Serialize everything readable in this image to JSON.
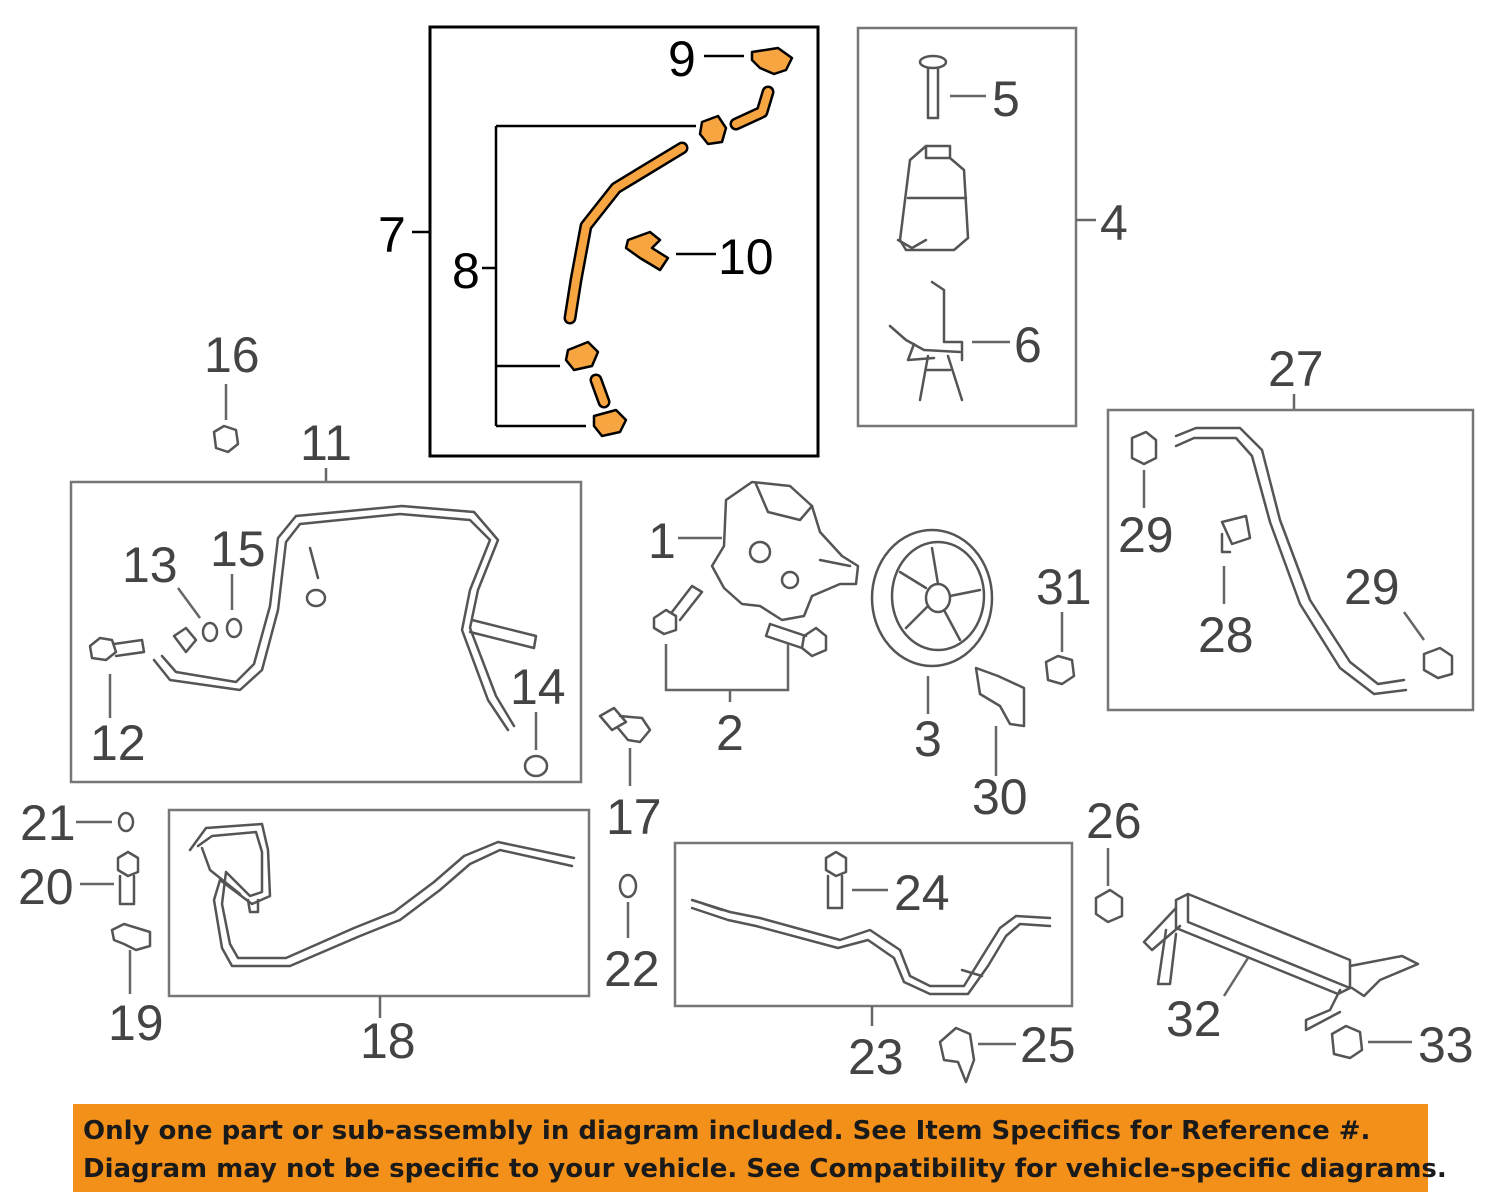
{
  "callouts": {
    "c1": "1",
    "c2": "2",
    "c3": "3",
    "c4": "4",
    "c5": "5",
    "c6": "6",
    "c7": "7",
    "c8": "8",
    "c9": "9",
    "c10": "10",
    "c11": "11",
    "c12": "12",
    "c13": "13",
    "c14": "14",
    "c15": "15",
    "c16": "16",
    "c17": "17",
    "c18": "18",
    "c19": "19",
    "c20": "20",
    "c21": "21",
    "c22": "22",
    "c23": "23",
    "c24": "24",
    "c25": "25",
    "c26": "26",
    "c27": "27",
    "c28": "28",
    "c29a": "29",
    "c29b": "29",
    "c30": "30",
    "c31": "31",
    "c32": "32",
    "c33": "33"
  },
  "notice": {
    "line1": "Only one part or sub-assembly in diagram included. See Item Specifics for Reference #.",
    "line2": "Diagram may not be specific to your vehicle. See Compatibility for vehicle-specific diagrams."
  },
  "colors": {
    "highlight": "#f7a541",
    "banner": "#f39019"
  }
}
